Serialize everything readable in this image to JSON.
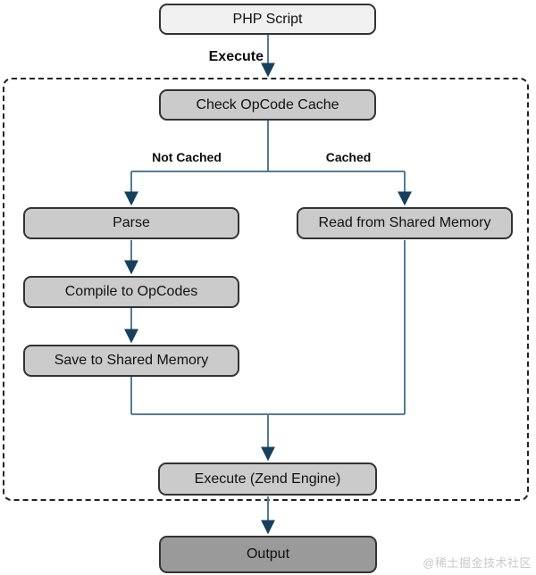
{
  "diagram": {
    "nodes": {
      "php_script": {
        "label": "PHP Script"
      },
      "check_cache": {
        "label": "Check OpCode Cache"
      },
      "parse": {
        "label": "Parse"
      },
      "read_shared_memory": {
        "label": "Read from Shared Memory"
      },
      "compile": {
        "label": "Compile to OpCodes"
      },
      "save_shared_memory": {
        "label": "Save to Shared Memory"
      },
      "execute_engine": {
        "label": "Execute (Zend Engine)"
      },
      "output": {
        "label": "Output"
      }
    },
    "edge_labels": {
      "execute": "Execute",
      "not_cached": "Not Cached",
      "cached": "Cached"
    },
    "colors": {
      "node_light": "#f0f0f0",
      "node_mid": "#cbcbcb",
      "node_dark": "#9a9a9a",
      "node_border": "#333333",
      "dashed_border": "#222222",
      "line": "#567b93",
      "arrowhead": "#16405e"
    },
    "watermark": "@稀土掘金技术社区"
  }
}
